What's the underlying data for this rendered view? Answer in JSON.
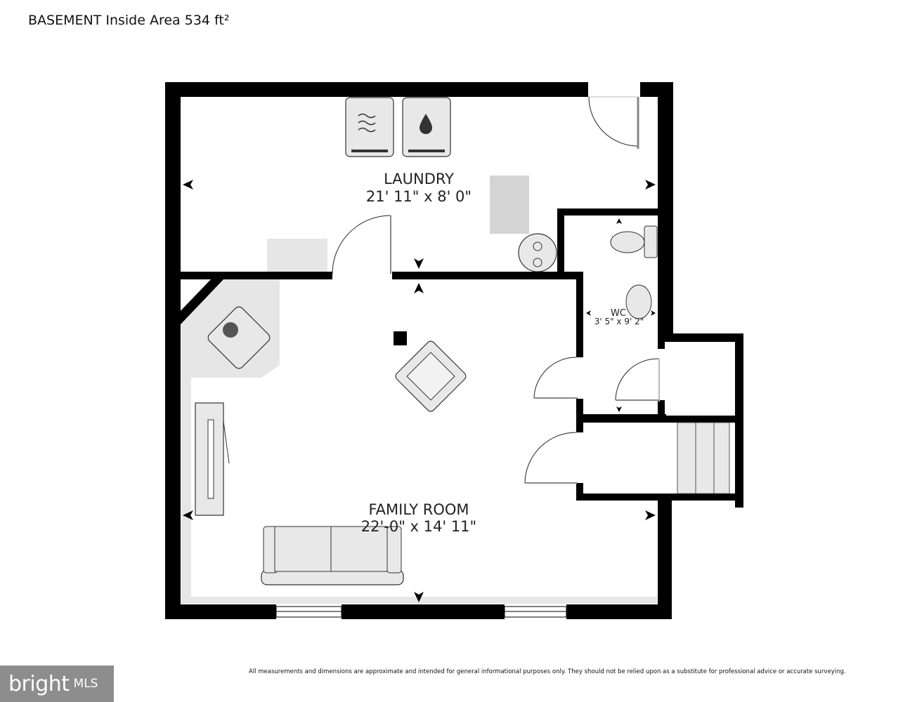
{
  "header": {
    "title": "BASEMENT Inside Area 534 ft²"
  },
  "rooms": {
    "laundry": {
      "name": "LAUNDRY",
      "dims": "21' 11\" x 8' 0\""
    },
    "wc": {
      "name": "WC",
      "dims": "3' 5\" x 9' 2\""
    },
    "family_room": {
      "name": "FAMILY ROOM",
      "dims": "22'-0\" x 14' 11\""
    }
  },
  "footer": {
    "disclaimer": "All measurements and dimensions are approximate and intended for general informational purposes only. They should not be relied upon as a substitute for professional advice or accurate surveying.",
    "logo_text": "bright",
    "logo_suffix": "MLS"
  },
  "colors": {
    "wall": "#000000",
    "furniture_fill": "#e8e8e8",
    "floor_shade": "#e6e6e6",
    "logo_bg": "#8d8d8d"
  }
}
